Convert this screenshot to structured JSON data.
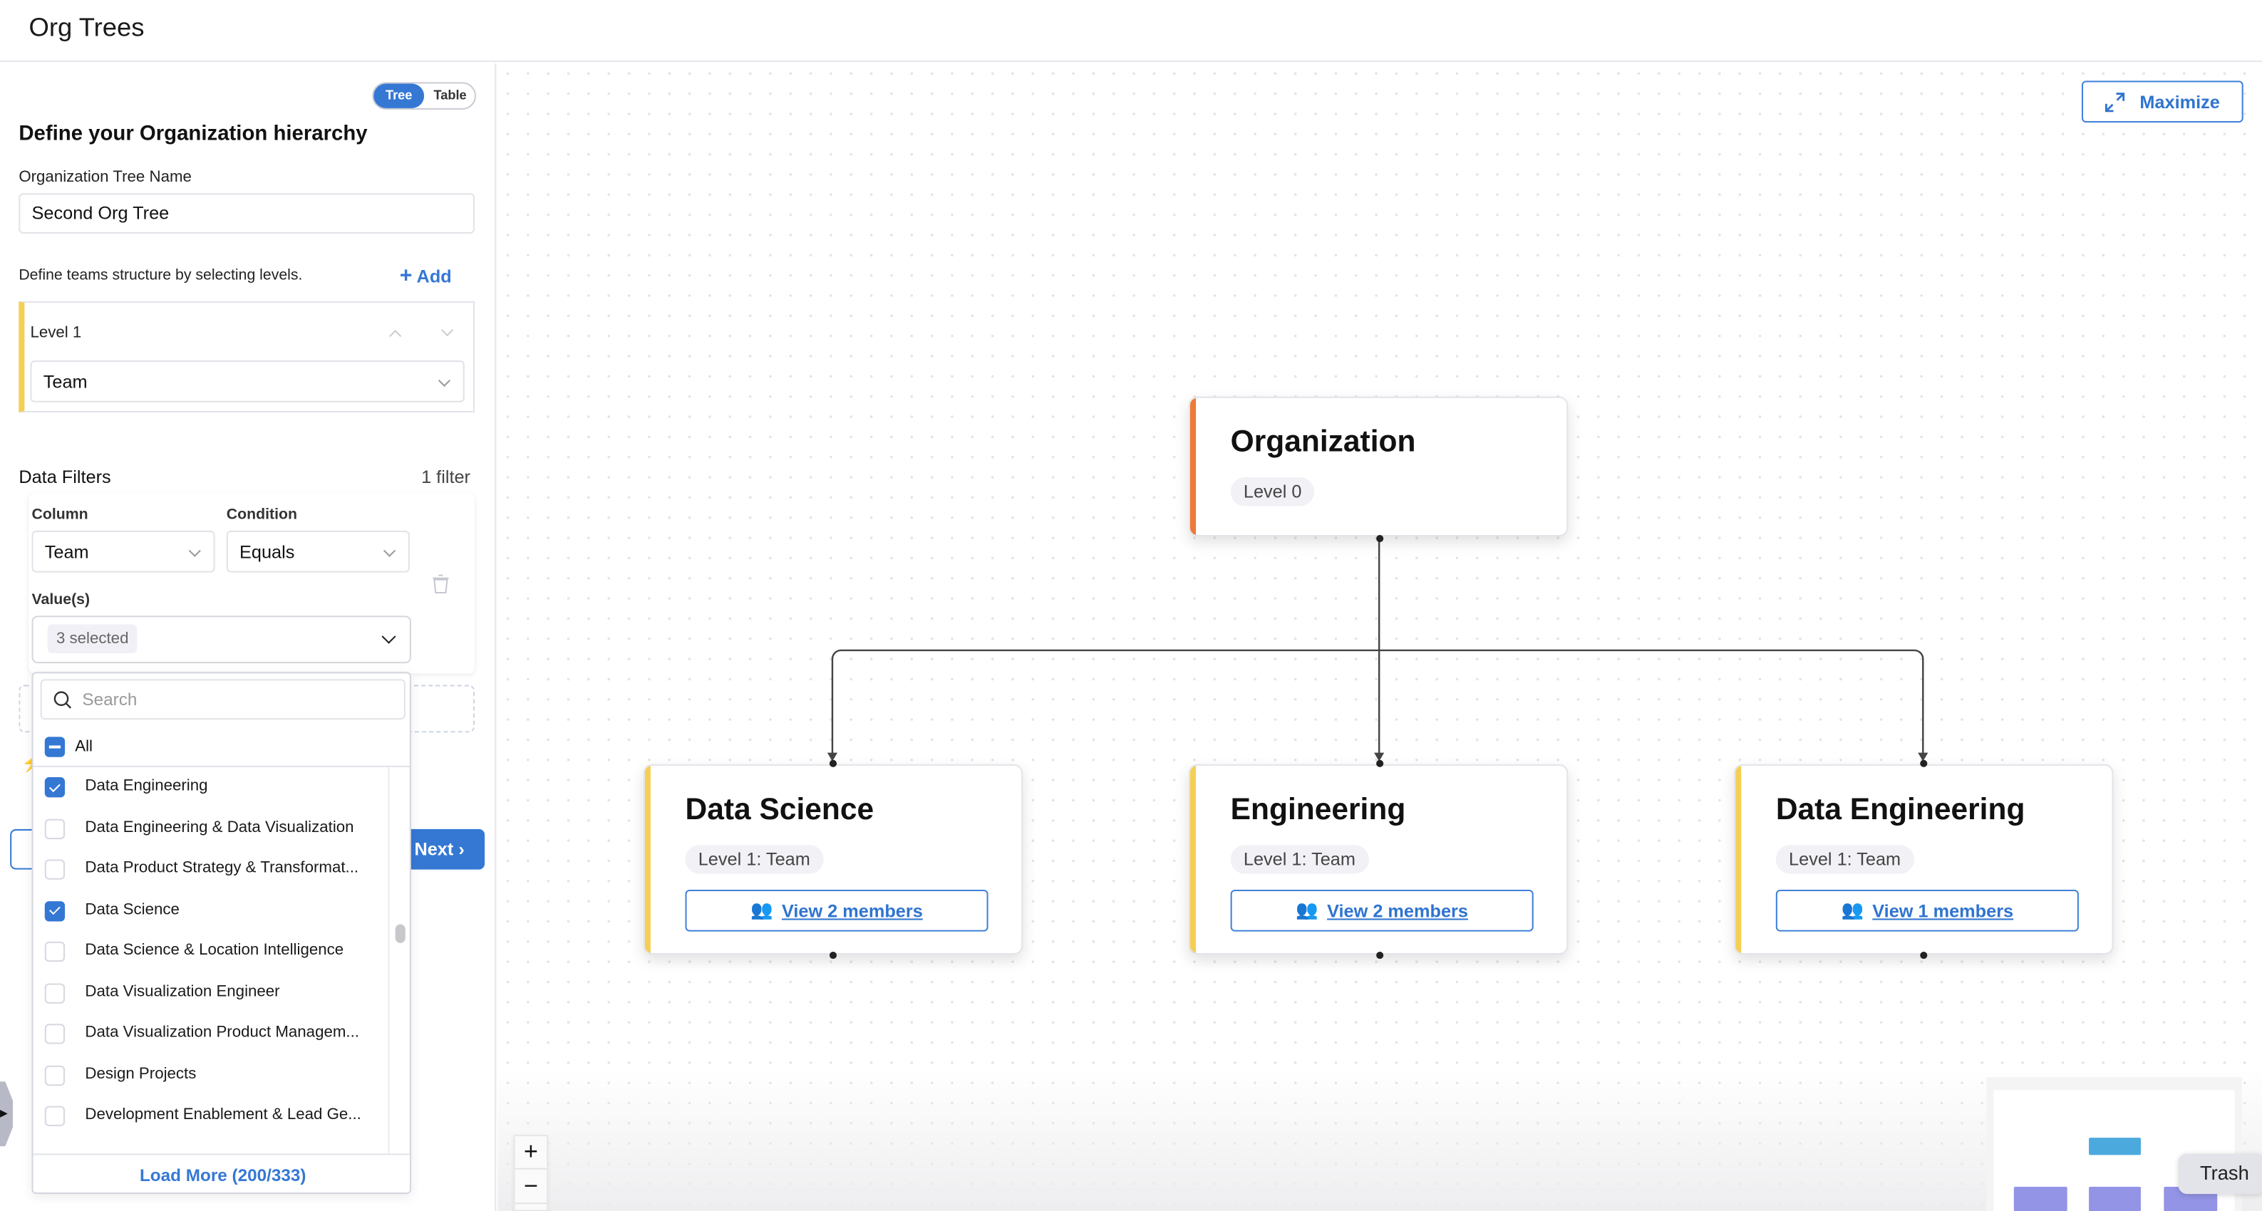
{
  "header": {
    "title": "Org Trees"
  },
  "view_toggle": {
    "options": [
      "Tree",
      "Table"
    ],
    "selected": "Tree"
  },
  "form": {
    "heading": "Define your Organization hierarchy",
    "tree_name_label": "Organization Tree Name",
    "tree_name_value": "Second Org Tree",
    "levels_hint": "Define teams structure by selecting levels.",
    "add_label": "Add",
    "levels": [
      {
        "label": "Level 1",
        "value": "Team"
      }
    ],
    "filters_title": "Data Filters",
    "filters_count": "1 filter",
    "filter": {
      "column_label": "Column",
      "column_value": "Team",
      "condition_label": "Condition",
      "condition_value": "Equals",
      "values_label": "Value(s)",
      "values_summary": "3 selected"
    },
    "next_label": "Next"
  },
  "dropdown": {
    "search_placeholder": "Search",
    "all_label": "All",
    "items": [
      {
        "label": "Data Engineering",
        "checked": true
      },
      {
        "label": "Data Engineering & Data Visualization",
        "checked": false
      },
      {
        "label": "Data Product Strategy & Transformat...",
        "checked": false
      },
      {
        "label": "Data Science",
        "checked": true
      },
      {
        "label": "Data Science & Location Intelligence",
        "checked": false
      },
      {
        "label": "Data Visualization Engineer",
        "checked": false
      },
      {
        "label": "Data Visualization Product Managem...",
        "checked": false
      },
      {
        "label": "Design Projects",
        "checked": false
      },
      {
        "label": "Development Enablement & Lead Ge...",
        "checked": false
      }
    ],
    "load_more": "Load More (200/333)"
  },
  "canvas": {
    "maximize_label": "Maximize",
    "root": {
      "title": "Organization",
      "level": "Level 0",
      "color": "#ee7a3a"
    },
    "children": [
      {
        "title": "Data Science",
        "level": "Level 1: Team",
        "members": "View 2 members",
        "color": "#f5cf55"
      },
      {
        "title": "Engineering",
        "level": "Level 1: Team",
        "members": "View 2 members",
        "color": "#f5cf55"
      },
      {
        "title": "Data Engineering",
        "level": "Level 1: Team",
        "members": "View 1 members",
        "color": "#f5cf55"
      }
    ],
    "zoom_in": "+",
    "zoom_out": "−",
    "tooltip": "Trash"
  },
  "colors": {
    "accent": "#3578d4",
    "root_bar": "#ee7a3a",
    "level1_bar": "#f5cf55",
    "minimap_root": "#4ba9dd",
    "minimap_child": "#9394e6"
  }
}
